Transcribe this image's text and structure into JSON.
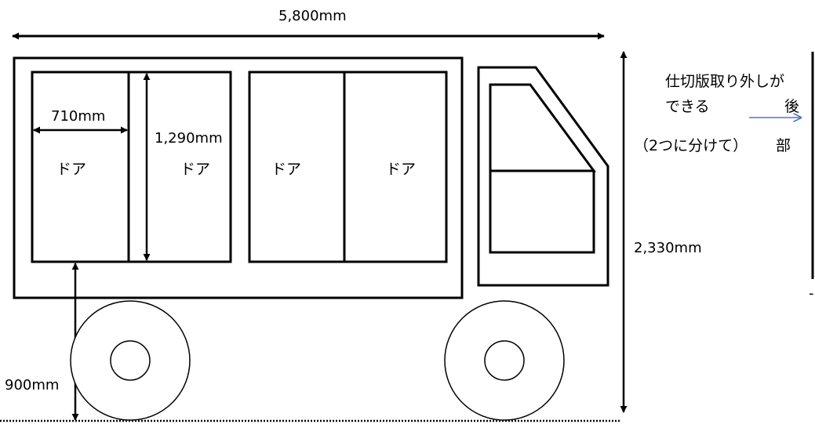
{
  "dimensions": {
    "total_length": "5,800mm",
    "window_width": "710mm",
    "window_height": "1,290mm",
    "total_height": "2,330mm",
    "ground_clearance": "900mm"
  },
  "doors": [
    "ドア",
    "ドア",
    "ドア",
    "ドア"
  ],
  "partition_note": {
    "line1": "仕切版取り外しが",
    "line2": "できる",
    "line3": "（2つに分けて）",
    "rear_label_1": "後",
    "rear_label_2": "部"
  },
  "colors": {
    "line": "#000000",
    "arrow_accent": "#4a78c2"
  }
}
